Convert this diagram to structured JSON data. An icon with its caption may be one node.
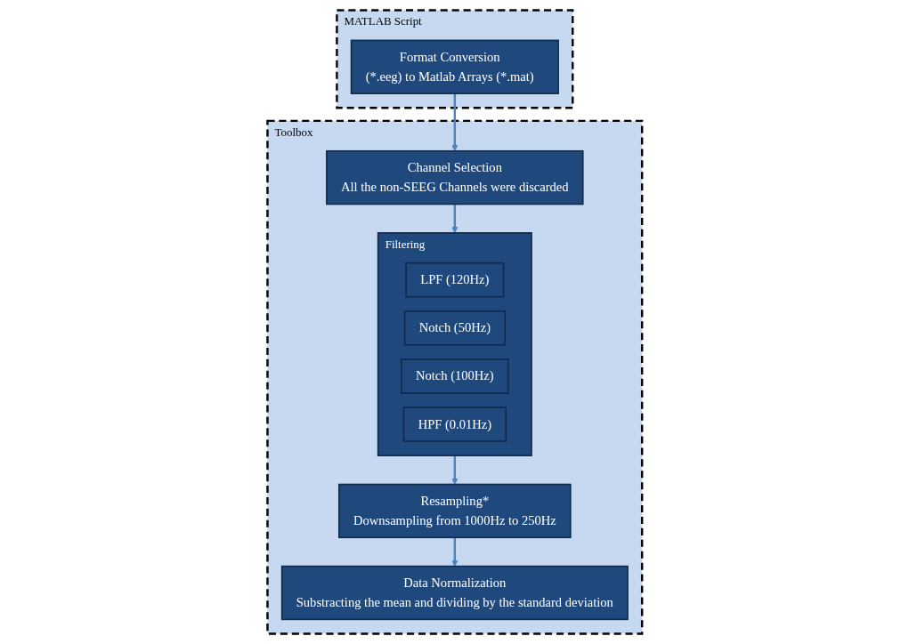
{
  "diagram": {
    "nodes": [
      {
        "text": [
          "MATLAB Script"
        ]
      },
      {
        "text": [
          "Format Conversion",
          "(*.eeg) to Matlab Arrays (*.mat)"
        ],
        "in": 0
      },
      {
        "text": [
          "Toolbox"
        ]
      },
      {
        "text": [
          "Channel Selection",
          "All the non-SEEG Channels were discarded"
        ],
        "in": 2
      },
      {
        "text": [
          "Filtering"
        ],
        "in": 2
      },
      {
        "text": [
          "LPF (120Hz)"
        ],
        "in": 4
      },
      {
        "text": [
          "Notch (50Hz)"
        ],
        "in": 4
      },
      {
        "text": [
          "Notch (100Hz)"
        ],
        "in": 4
      },
      {
        "text": [
          "HPF (0.01Hz)"
        ],
        "in": 4
      },
      {
        "text": [
          "Resampling*",
          "Downsampling from 1000Hz to 250Hz"
        ],
        "in": 2
      },
      {
        "text": [
          "Data Normalization",
          "Substracting the mean and dividing by the standard deviation"
        ],
        "in": 2
      }
    ],
    "edges": [
      {
        "from": 1,
        "to": 3,
        "arrow": "to"
      },
      {
        "from": 3,
        "to": 4,
        "arrow": "to"
      },
      {
        "from": 4,
        "to": 9,
        "arrow": "to"
      },
      {
        "from": 9,
        "to": 10,
        "arrow": "to"
      }
    ]
  }
}
